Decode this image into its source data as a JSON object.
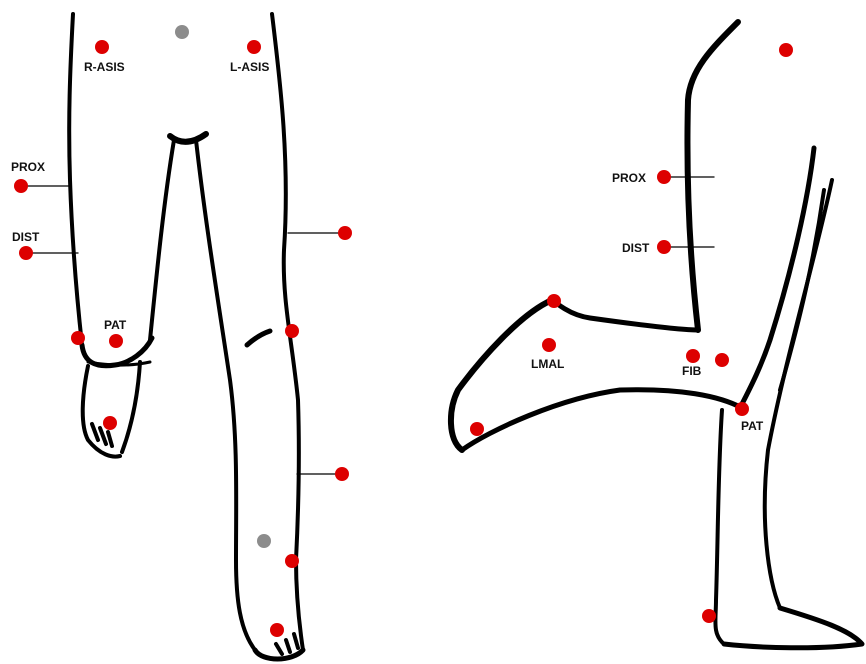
{
  "colors": {
    "marker": "#dd0000",
    "marker_alt": "#8c8c8c",
    "outline": "#000000",
    "background": "#ffffff"
  },
  "front_view": {
    "labels": {
      "r_asis": "R-ASIS",
      "l_asis": "L-ASIS",
      "prox": "PROX",
      "dist": "DIST",
      "pat": "PAT"
    }
  },
  "side_view": {
    "labels": {
      "prox": "PROX",
      "dist": "DIST",
      "lmal": "LMAL",
      "fib": "FIB",
      "pat": "PAT"
    }
  }
}
